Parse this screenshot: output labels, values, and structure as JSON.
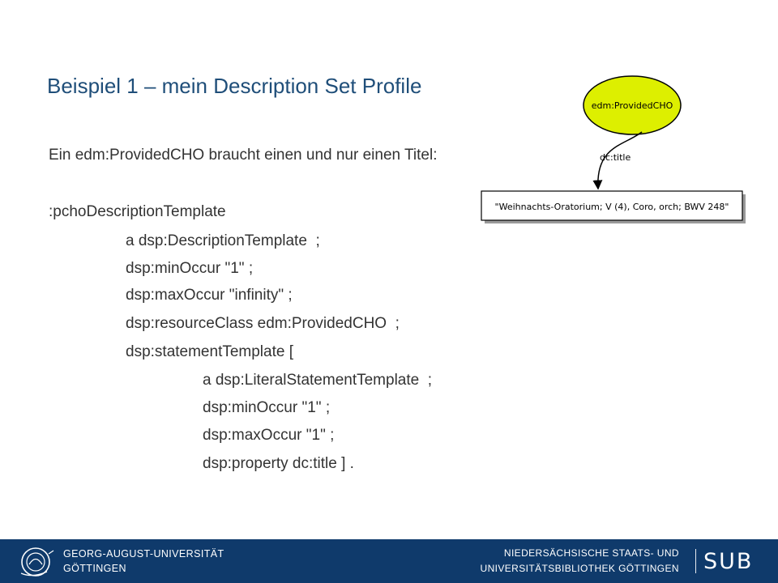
{
  "slide": {
    "title": "Beispiel 1 – mein Description Set Profile",
    "lines": [
      "Ein edm:ProvidedCHO braucht einen und nur einen Titel:",
      ":pchoDescriptionTemplate",
      "a dsp:DescriptionTemplate  ;",
      "dsp:minOccur \"1\" ;",
      "dsp:maxOccur \"infinity\" ;",
      "dsp:resourceClass edm:ProvidedCHO  ;",
      "dsp:statementTemplate [",
      "a dsp:LiteralStatementTemplate  ;",
      "dsp:minOccur \"1\" ;",
      "dsp:maxOccur \"1\" ;",
      "dsp:property dc:title ] ."
    ]
  },
  "diagram": {
    "node_label": "edm:ProvidedCHO",
    "edge_label": "dc:title",
    "literal": "\"Weihnachts-Oratorium; V (4), Coro, orch; BWV 248\"",
    "node_color": "#ddef00"
  },
  "footer": {
    "university_line1": "GEORG-AUGUST-UNIVERSITÄT",
    "university_line2": "GÖTTINGEN",
    "library_line1": "NIEDERSÄCHSISCHE STAATS- UND",
    "library_line2": "UNIVERSITÄTSBIBLIOTHEK GÖTTINGEN",
    "sub_logo": "SUB",
    "background": "#0f3a6b"
  }
}
